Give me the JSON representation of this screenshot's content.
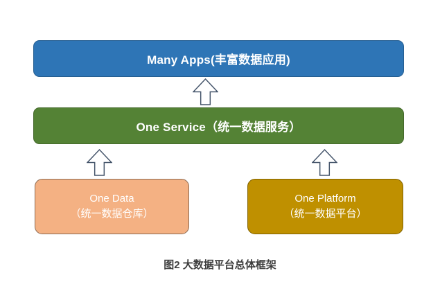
{
  "figure": {
    "caption": "图2 大数据平台总体框架",
    "boxes": {
      "many_apps": {
        "label": "Many Apps(丰富数据应用)",
        "color": "#2e75b6"
      },
      "one_service": {
        "label": "One Service（统一数据服务）",
        "color": "#548235"
      },
      "one_data": {
        "line1": "One Data",
        "line2": "（统一数据仓库）",
        "color": "#f4b183"
      },
      "one_platform": {
        "line1": "One Platform",
        "line2": "（统一数据平台）",
        "color": "#bf9000"
      }
    },
    "arrows": {
      "count": 3,
      "direction": "up",
      "outline_color": "#44546a",
      "fill_color": "#ffffff"
    }
  }
}
